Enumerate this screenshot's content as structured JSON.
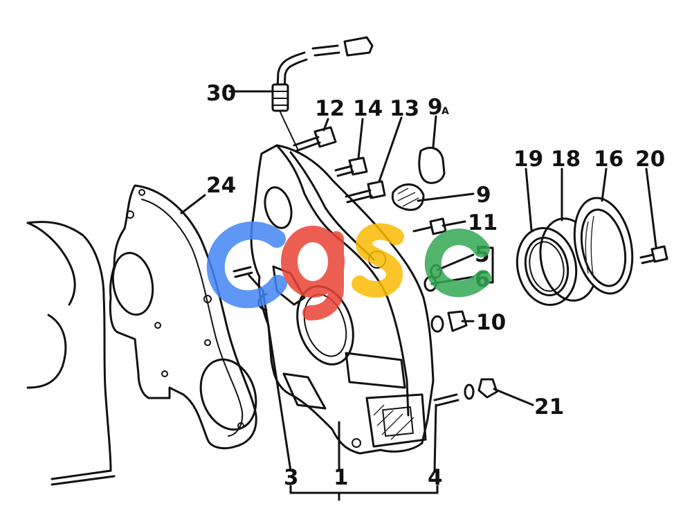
{
  "watermark": {
    "letters": [
      "c",
      "g",
      "s",
      "c"
    ],
    "colors": [
      "#4285F4",
      "#EA4335",
      "#FBBC05",
      "#34A853"
    ]
  },
  "callouts": [
    {
      "id": "30",
      "label": "30"
    },
    {
      "id": "12",
      "label": "12"
    },
    {
      "id": "14",
      "label": "14"
    },
    {
      "id": "13",
      "label": "13"
    },
    {
      "id": "9a",
      "label": "9",
      "suffix": "A"
    },
    {
      "id": "9",
      "label": "9"
    },
    {
      "id": "24",
      "label": "24"
    },
    {
      "id": "11",
      "label": "11"
    },
    {
      "id": "5",
      "label": "5"
    },
    {
      "id": "6",
      "label": "6"
    },
    {
      "id": "10",
      "label": "10"
    },
    {
      "id": "19",
      "label": "19"
    },
    {
      "id": "18",
      "label": "18"
    },
    {
      "id": "16",
      "label": "16"
    },
    {
      "id": "20",
      "label": "20"
    },
    {
      "id": "21",
      "label": "21"
    },
    {
      "id": "3",
      "label": "3"
    },
    {
      "id": "1",
      "label": "1"
    },
    {
      "id": "4",
      "label": "4"
    }
  ]
}
